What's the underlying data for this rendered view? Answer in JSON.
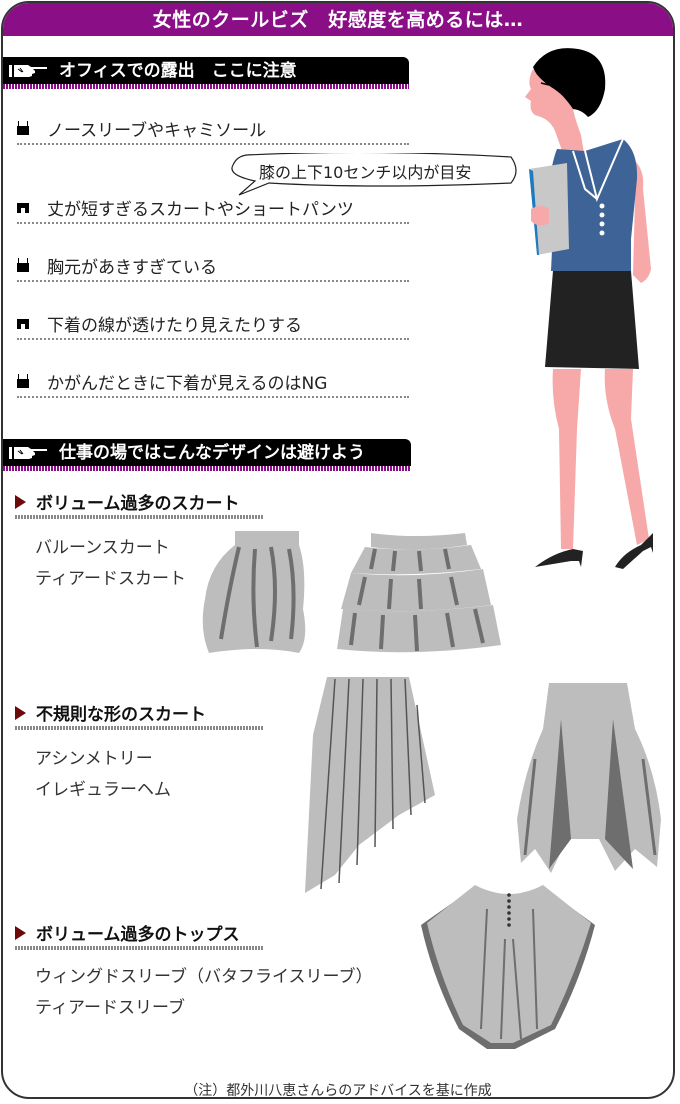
{
  "title": "女性のクールビズ　好感度を高めるには…",
  "colors": {
    "title_bar": "#8a0f87",
    "section_header_bg": "#000000",
    "section_stripe": "#8a0f87",
    "subhead_triangle": "#6a0a0a",
    "garment_light": "#bdbdbd",
    "garment_dark": "#6e6e6e",
    "skin": "#f7a8a8",
    "blouse": "#3e6396"
  },
  "section1": {
    "header": "オフィスでの露出　ここに注意",
    "header_icon": "pointing-hand-icon",
    "callout": "膝の上下10センチ以内が目安",
    "items": [
      {
        "icon": "camisole-icon",
        "label": "ノースリーブやキャミソール"
      },
      {
        "icon": "shorts-icon",
        "label": "丈が短すぎるスカートやショートパンツ"
      },
      {
        "icon": "camisole-icon",
        "label": "胸元があきすぎている"
      },
      {
        "icon": "shorts-icon",
        "label": "下着の線が透けたり見えたりする"
      },
      {
        "icon": "camisole-icon",
        "label": "かがんだときに下着が見えるのはNG"
      }
    ]
  },
  "section2": {
    "header": "仕事の場ではこんなデザインは避けよう",
    "header_icon": "pointing-hand-icon",
    "groups": [
      {
        "title": "ボリューム過多のスカート",
        "items": [
          "バルーンスカート",
          "ティアードスカート"
        ]
      },
      {
        "title": "不規則な形のスカート",
        "items": [
          "アシンメトリー",
          "イレギュラーヘム"
        ]
      },
      {
        "title": "ボリューム過多のトップス",
        "items": [
          "ウィングドスリーブ（バタフライスリーブ）",
          "ティアードスリーブ"
        ]
      }
    ]
  },
  "note": "（注）都外川八恵さんらのアドバイスを基に作成"
}
